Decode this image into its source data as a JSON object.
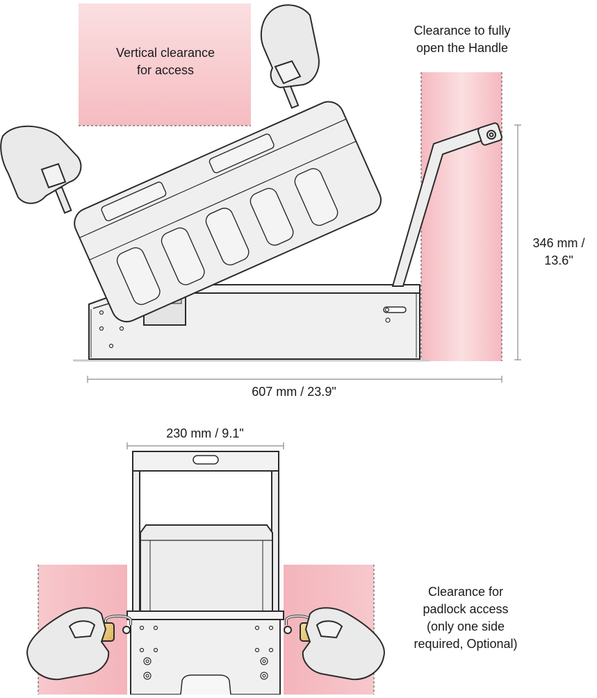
{
  "labels": {
    "vertical_clearance": [
      "Vertical clearance",
      "for access"
    ],
    "handle_clearance": [
      "Clearance to fully",
      "open the Handle"
    ],
    "height_dim": [
      "346 mm /",
      "13.6\""
    ],
    "width_dim": "607 mm / 23.9\"",
    "top_width_dim": "230 mm / 9.1\"",
    "padlock_clearance": [
      "Clearance for",
      "padlock access",
      "(only one side",
      "required, Optional)"
    ]
  },
  "colors": {
    "clearance_zone": "#f7c7cb",
    "device_fill": "#efefef",
    "device_stroke": "#2b2b2b",
    "dimension_line": "#8a8a8a"
  },
  "icons": [
    "hand-icon",
    "padlock-icon",
    "handle-icon"
  ]
}
